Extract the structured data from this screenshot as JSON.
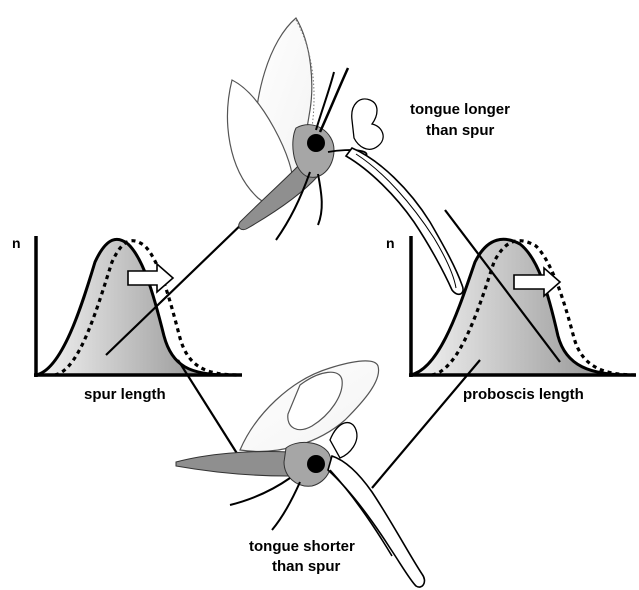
{
  "labels": {
    "tongue_longer_line1": "tongue longer",
    "tongue_longer_line2": "than spur",
    "tongue_shorter_line1": "tongue shorter",
    "tongue_shorter_line2": "than spur",
    "left_axis_x": "spur length",
    "left_axis_y": "n",
    "right_axis_x": "proboscis length",
    "right_axis_y": "n"
  },
  "colors": {
    "ink": "#000000",
    "fill_light": "#f2f2f2",
    "fill_dark": "#8c8c8c",
    "moth_body": "#9a9a9a",
    "arrow_fill": "#ffffff"
  },
  "distributions": [
    {
      "panel": "left",
      "curves": [
        "current",
        "shifted"
      ],
      "shift_direction": "right"
    },
    {
      "panel": "right",
      "curves": [
        "current",
        "shifted"
      ],
      "shift_direction": "right"
    }
  ]
}
